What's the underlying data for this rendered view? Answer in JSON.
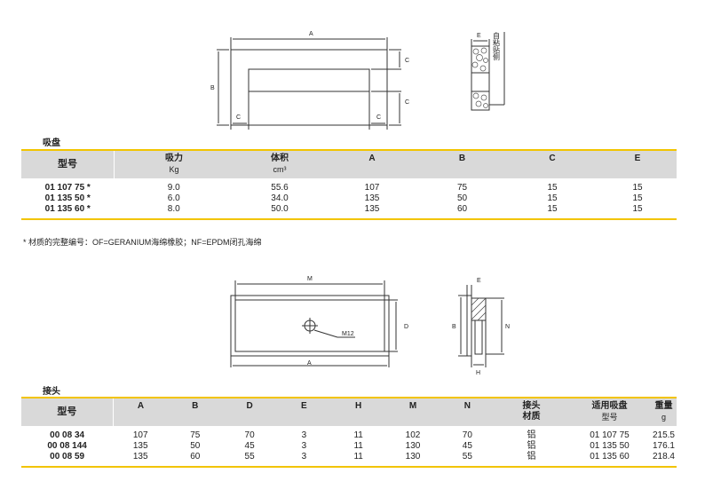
{
  "suction_cup": {
    "section_title": "吸盘",
    "drawing": {
      "dim_a": "A",
      "dim_b": "B",
      "dim_c": "C",
      "dim_e": "E",
      "side_label": "自粘贴侧"
    },
    "headers": [
      {
        "label": "型号",
        "unit": ""
      },
      {
        "label": "吸力",
        "unit": "Kg"
      },
      {
        "label": "体积",
        "unit": "cm³"
      },
      {
        "label": "A",
        "unit": ""
      },
      {
        "label": "B",
        "unit": ""
      },
      {
        "label": "C",
        "unit": ""
      },
      {
        "label": "E",
        "unit": ""
      }
    ],
    "rows": [
      [
        "01 107 75 *",
        "9.0",
        "55.6",
        "107",
        "75",
        "15",
        "15"
      ],
      [
        "01 135 50 *",
        "6.0",
        "34.0",
        "135",
        "50",
        "15",
        "15"
      ],
      [
        "01 135 60 *",
        "8.0",
        "50.0",
        "135",
        "60",
        "15",
        "15"
      ]
    ],
    "footnote": "* 材质的完整编号：OF=GERANIUM海绵橡胶；NF=EPDM闭孔海绵"
  },
  "connector": {
    "section_title": "接头",
    "drawing": {
      "dim_m": "M",
      "dim_a": "A",
      "dim_d": "D",
      "thread": "M12",
      "dim_e": "E",
      "dim_b": "B",
      "dim_n": "N",
      "dim_h": "H"
    },
    "headers": [
      {
        "label": "型号",
        "unit": ""
      },
      {
        "label": "A",
        "unit": ""
      },
      {
        "label": "B",
        "unit": ""
      },
      {
        "label": "D",
        "unit": ""
      },
      {
        "label": "E",
        "unit": ""
      },
      {
        "label": "H",
        "unit": ""
      },
      {
        "label": "M",
        "unit": ""
      },
      {
        "label": "N",
        "unit": ""
      },
      {
        "label": "接头\n材质",
        "unit": ""
      },
      {
        "label": "适用吸盘",
        "unit": "型号"
      },
      {
        "label": "重量",
        "unit": "g"
      }
    ],
    "rows": [
      [
        "00 08 34",
        "107",
        "75",
        "70",
        "3",
        "11",
        "102",
        "70",
        "铝",
        "01 107 75",
        "215.5"
      ],
      [
        "00 08 144",
        "135",
        "50",
        "45",
        "3",
        "11",
        "130",
        "45",
        "铝",
        "01 135 50",
        "176.1"
      ],
      [
        "00 08 59",
        "135",
        "60",
        "55",
        "3",
        "11",
        "130",
        "55",
        "铝",
        "01 135 60",
        "218.4"
      ]
    ]
  }
}
